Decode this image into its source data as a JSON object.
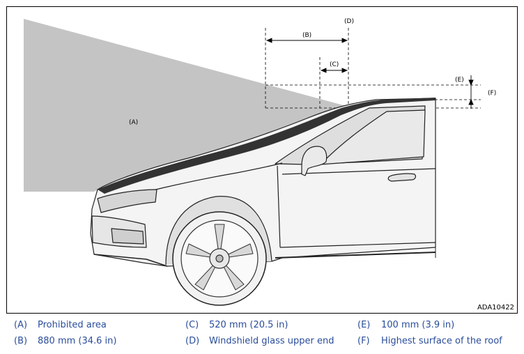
{
  "figure": {
    "code": "ADA10422",
    "labels": {
      "A": "(A)",
      "B": "(B)",
      "C": "(C)",
      "D": "(D)",
      "E": "(E)",
      "F": "(F)"
    }
  },
  "legend": [
    {
      "key": "(A)",
      "text": "Prohibited area"
    },
    {
      "key": "(B)",
      "text": "880 mm (34.6 in)"
    },
    {
      "key": "(C)",
      "text": "520 mm (20.5 in)"
    },
    {
      "key": "(D)",
      "text": "Windshield glass upper end"
    },
    {
      "key": "(E)",
      "text": "100 mm (3.9 in)"
    },
    {
      "key": "(F)",
      "text": "Highest surface of the roof"
    }
  ],
  "colors": {
    "legend_text": "#2a4d9b",
    "prohibited_area": "#c4c4c4"
  }
}
